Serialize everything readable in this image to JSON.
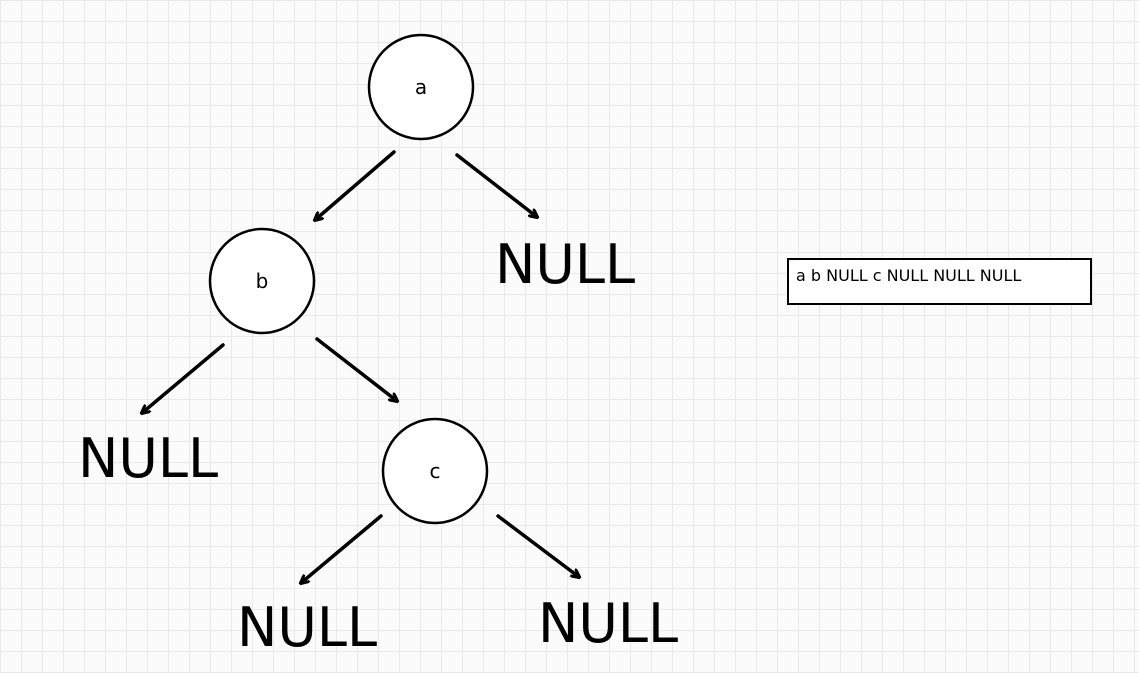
{
  "nodes": {
    "a": {
      "label": "a"
    },
    "b": {
      "label": "b"
    },
    "c": {
      "label": "c"
    }
  },
  "null_labels": {
    "a_right": "NULL",
    "b_left": "NULL",
    "c_left": "NULL",
    "c_right": "NULL"
  },
  "sequence": "a b NULL c NULL NULL NULL"
}
